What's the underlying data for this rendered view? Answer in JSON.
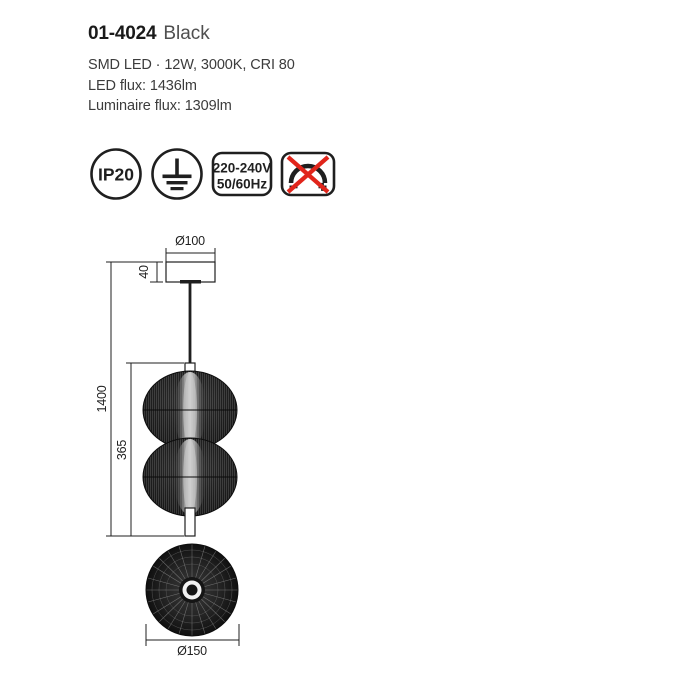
{
  "header": {
    "code": "01-4024",
    "finish": "Black",
    "spec_lines": [
      "SMD LED · 12W, 3000K, CRI 80",
      "LED flux: 1436lm",
      "Luminaire flux: 1309lm"
    ]
  },
  "badges": [
    {
      "id": "ip-rating",
      "icon": "ip20-badge-icon",
      "label": "IP20",
      "shape": "circle"
    },
    {
      "id": "protection-class",
      "icon": "earth-ground-icon",
      "label": "",
      "shape": "circle"
    },
    {
      "id": "voltage",
      "icon": "voltage-badge-icon",
      "line1": "220-240V",
      "line2": "50/60Hz",
      "shape": "rounded-rect"
    },
    {
      "id": "non-dimmable",
      "icon": "non-dimmable-icon",
      "label": "",
      "shape": "rounded-rect",
      "cross_color": "#e1251b"
    }
  ],
  "drawing": {
    "dimensions": {
      "canopy_diameter": "Ø100",
      "canopy_height": "40",
      "total_drop": "1400",
      "fixture_height": "365",
      "shade_diameter": "Ø150"
    }
  },
  "colors": {
    "text_dark": "#1a1a1a",
    "text_gray": "#4f4f4f",
    "spec_gray": "#3c3c3c",
    "line": "#1f1f1f",
    "shade_dark": "#1b1b1b",
    "shade_mid": "#8a8a8a",
    "red": "#e1251b"
  }
}
